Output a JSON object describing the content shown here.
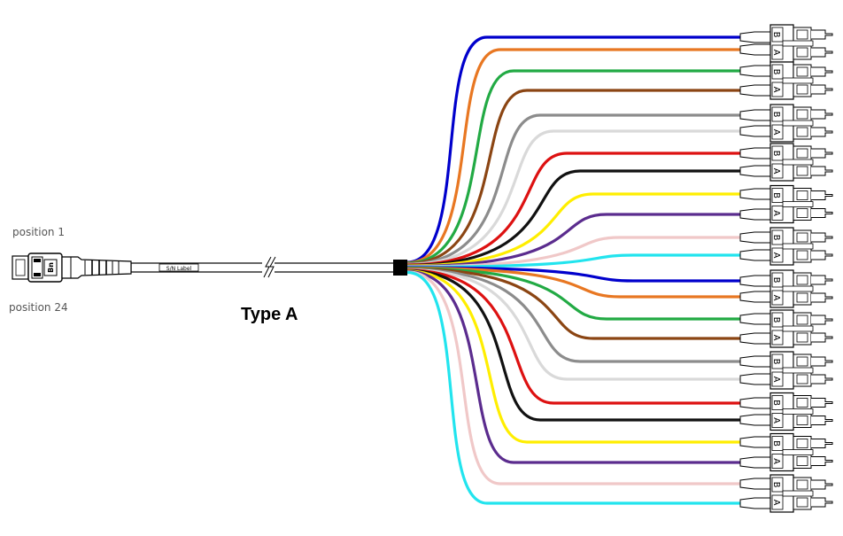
{
  "labels": {
    "position_top": "position 1",
    "position_bottom": "position 24",
    "title": "Type A",
    "cable_label": "S/N Label",
    "connector_text": "Bn"
  },
  "fibers": [
    {
      "id": 1,
      "color": "#0000cc"
    },
    {
      "id": 2,
      "color": "#e87722"
    },
    {
      "id": 3,
      "color": "#22aa44"
    },
    {
      "id": 4,
      "color": "#8b4513"
    },
    {
      "id": 5,
      "color": "#8c8c8c"
    },
    {
      "id": 6,
      "color": "#d9d9d9"
    },
    {
      "id": 7,
      "color": "#dd1111"
    },
    {
      "id": 8,
      "color": "#111111"
    },
    {
      "id": 9,
      "color": "#ffee00"
    },
    {
      "id": 10,
      "color": "#5b2c8e"
    },
    {
      "id": 11,
      "color": "#f0c8c8"
    },
    {
      "id": 12,
      "color": "#22e4ee"
    },
    {
      "id": 13,
      "color": "#0000cc"
    },
    {
      "id": 14,
      "color": "#e87722"
    },
    {
      "id": 15,
      "color": "#22aa44"
    },
    {
      "id": 16,
      "color": "#8b4513"
    },
    {
      "id": 17,
      "color": "#8c8c8c"
    },
    {
      "id": 18,
      "color": "#d9d9d9"
    },
    {
      "id": 19,
      "color": "#dd1111"
    },
    {
      "id": 20,
      "color": "#111111"
    },
    {
      "id": 21,
      "color": "#ffee00"
    },
    {
      "id": 22,
      "color": "#5b2c8e"
    },
    {
      "id": 23,
      "color": "#f0c8c8"
    },
    {
      "id": 24,
      "color": "#22e4ee"
    }
  ],
  "duplex_connectors": [
    {
      "top_label": "B",
      "bottom_label": "A"
    },
    {
      "top_label": "B",
      "bottom_label": "A"
    },
    {
      "top_label": "B",
      "bottom_label": "A"
    },
    {
      "top_label": "B",
      "bottom_label": "A"
    },
    {
      "top_label": "B",
      "bottom_label": "A"
    },
    {
      "top_label": "B",
      "bottom_label": "A"
    },
    {
      "top_label": "B",
      "bottom_label": "A"
    },
    {
      "top_label": "B",
      "bottom_label": "A"
    },
    {
      "top_label": "B",
      "bottom_label": "A"
    },
    {
      "top_label": "B",
      "bottom_label": "A"
    },
    {
      "top_label": "B",
      "bottom_label": "A"
    },
    {
      "top_label": "B",
      "bottom_label": "A"
    }
  ]
}
